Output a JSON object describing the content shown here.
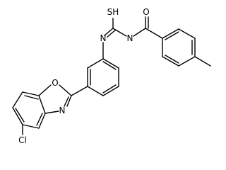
{
  "molecule": {
    "atom_labels": {
      "sulfur": "SH",
      "oxygen_carbonyl": "O",
      "nitrogen_thiourea_left": "N",
      "nitrogen_amide": "N",
      "oxygen_oxazole": "O",
      "nitrogen_oxazole": "N",
      "chlorine": "Cl"
    },
    "colors": {
      "bond": "#000000",
      "label": "#000000",
      "background": "#ffffff"
    }
  }
}
